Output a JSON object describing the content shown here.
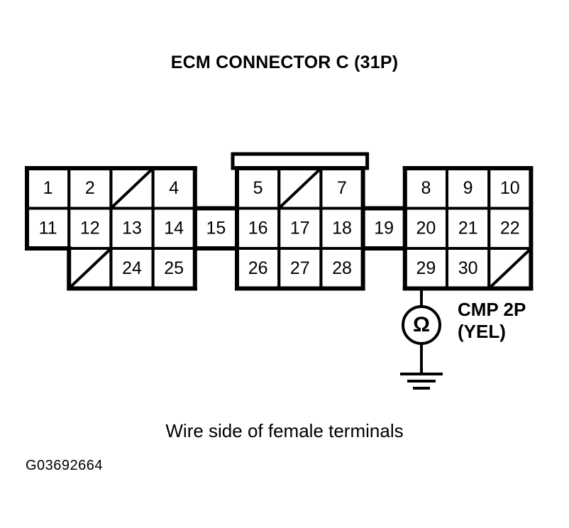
{
  "title": "ECM CONNECTOR C (31P)",
  "caption": "Wire side of female terminals",
  "reference_code": "G03692664",
  "component": {
    "name": "CMP 2P",
    "wire_color": "(YEL)",
    "symbol": "ohm-in-circle",
    "ground": "chassis-ground"
  },
  "colors": {
    "line": "#000000",
    "background": "#ffffff"
  },
  "connector": {
    "type": "ECM Connector C",
    "pin_count": "31P",
    "terminal_origin_pin": "29",
    "rows": [
      {
        "name": "top-row",
        "cells": [
          {
            "col": 0,
            "label": "1",
            "blank": false
          },
          {
            "col": 1,
            "label": "2",
            "blank": false
          },
          {
            "col": 2,
            "label": "",
            "blank": true
          },
          {
            "col": 3,
            "label": "4",
            "blank": false
          },
          {
            "col": 5,
            "label": "5",
            "blank": false
          },
          {
            "col": 6,
            "label": "",
            "blank": true
          },
          {
            "col": 7,
            "label": "7",
            "blank": false
          },
          {
            "col": 9,
            "label": "8",
            "blank": false
          },
          {
            "col": 10,
            "label": "9",
            "blank": false
          },
          {
            "col": 11,
            "label": "10",
            "blank": false
          }
        ]
      },
      {
        "name": "middle-row",
        "cells": [
          {
            "col": 0,
            "label": "11",
            "blank": false
          },
          {
            "col": 1,
            "label": "12",
            "blank": false
          },
          {
            "col": 2,
            "label": "13",
            "blank": false
          },
          {
            "col": 3,
            "label": "14",
            "blank": false
          },
          {
            "col": 4,
            "label": "15",
            "blank": false
          },
          {
            "col": 5,
            "label": "16",
            "blank": false
          },
          {
            "col": 6,
            "label": "17",
            "blank": false
          },
          {
            "col": 7,
            "label": "18",
            "blank": false
          },
          {
            "col": 8,
            "label": "19",
            "blank": false
          },
          {
            "col": 9,
            "label": "20",
            "blank": false
          },
          {
            "col": 10,
            "label": "21",
            "blank": false
          },
          {
            "col": 11,
            "label": "22",
            "blank": false
          }
        ]
      },
      {
        "name": "bottom-row",
        "cells": [
          {
            "col": 1,
            "label": "",
            "blank": true
          },
          {
            "col": 2,
            "label": "24",
            "blank": false
          },
          {
            "col": 3,
            "label": "25",
            "blank": false
          },
          {
            "col": 5,
            "label": "26",
            "blank": false
          },
          {
            "col": 6,
            "label": "27",
            "blank": false
          },
          {
            "col": 7,
            "label": "28",
            "blank": false
          },
          {
            "col": 9,
            "label": "29",
            "blank": false
          },
          {
            "col": 10,
            "label": "30",
            "blank": false
          },
          {
            "col": 11,
            "label": "",
            "blank": true
          }
        ]
      }
    ]
  }
}
